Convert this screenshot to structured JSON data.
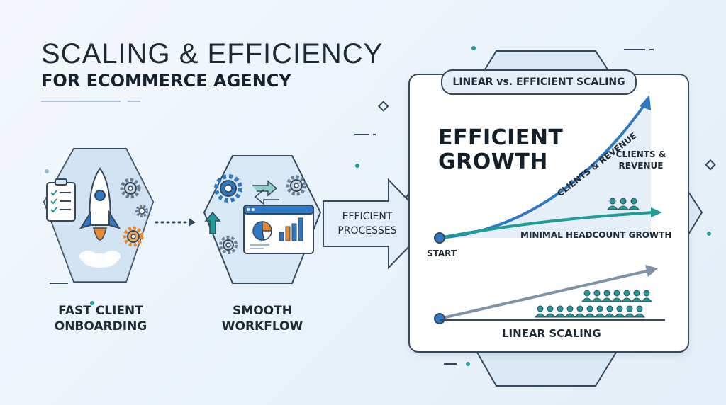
{
  "header": {
    "title": "SCALING & EFFICIENCY",
    "subtitle": "FOR ECOMMERCE AGENCY"
  },
  "steps": [
    {
      "label_line1": "FAST CLIENT",
      "label_line2": "ONBOARDING"
    },
    {
      "label_line1": "SMOOTH",
      "label_line2": "WORKFLOW"
    }
  ],
  "process_arrow": {
    "line1": "EFFICIENT",
    "line2": "PROCESSES"
  },
  "panel": {
    "pill_title": "LINEAR vs. EFFICIENT SCALING",
    "efficient_growth_line1": "EFFICIENT",
    "efficient_growth_line2": "GROWTH",
    "diagonal_label": "CLIENTS & REVENUE",
    "clients_label_line1": "CLIENTS &",
    "clients_label_line2": "REVENUE",
    "start_label": "START",
    "headcount_label": "MINIMAL HEADCOUNT GROWTH",
    "linear_label": "LINEAR SCALING"
  },
  "colors": {
    "navy": "#34495e",
    "blue": "#2f78c4",
    "teal": "#1f9c95",
    "orange": "#e8892f",
    "light_blue": "#d7e7f5"
  }
}
